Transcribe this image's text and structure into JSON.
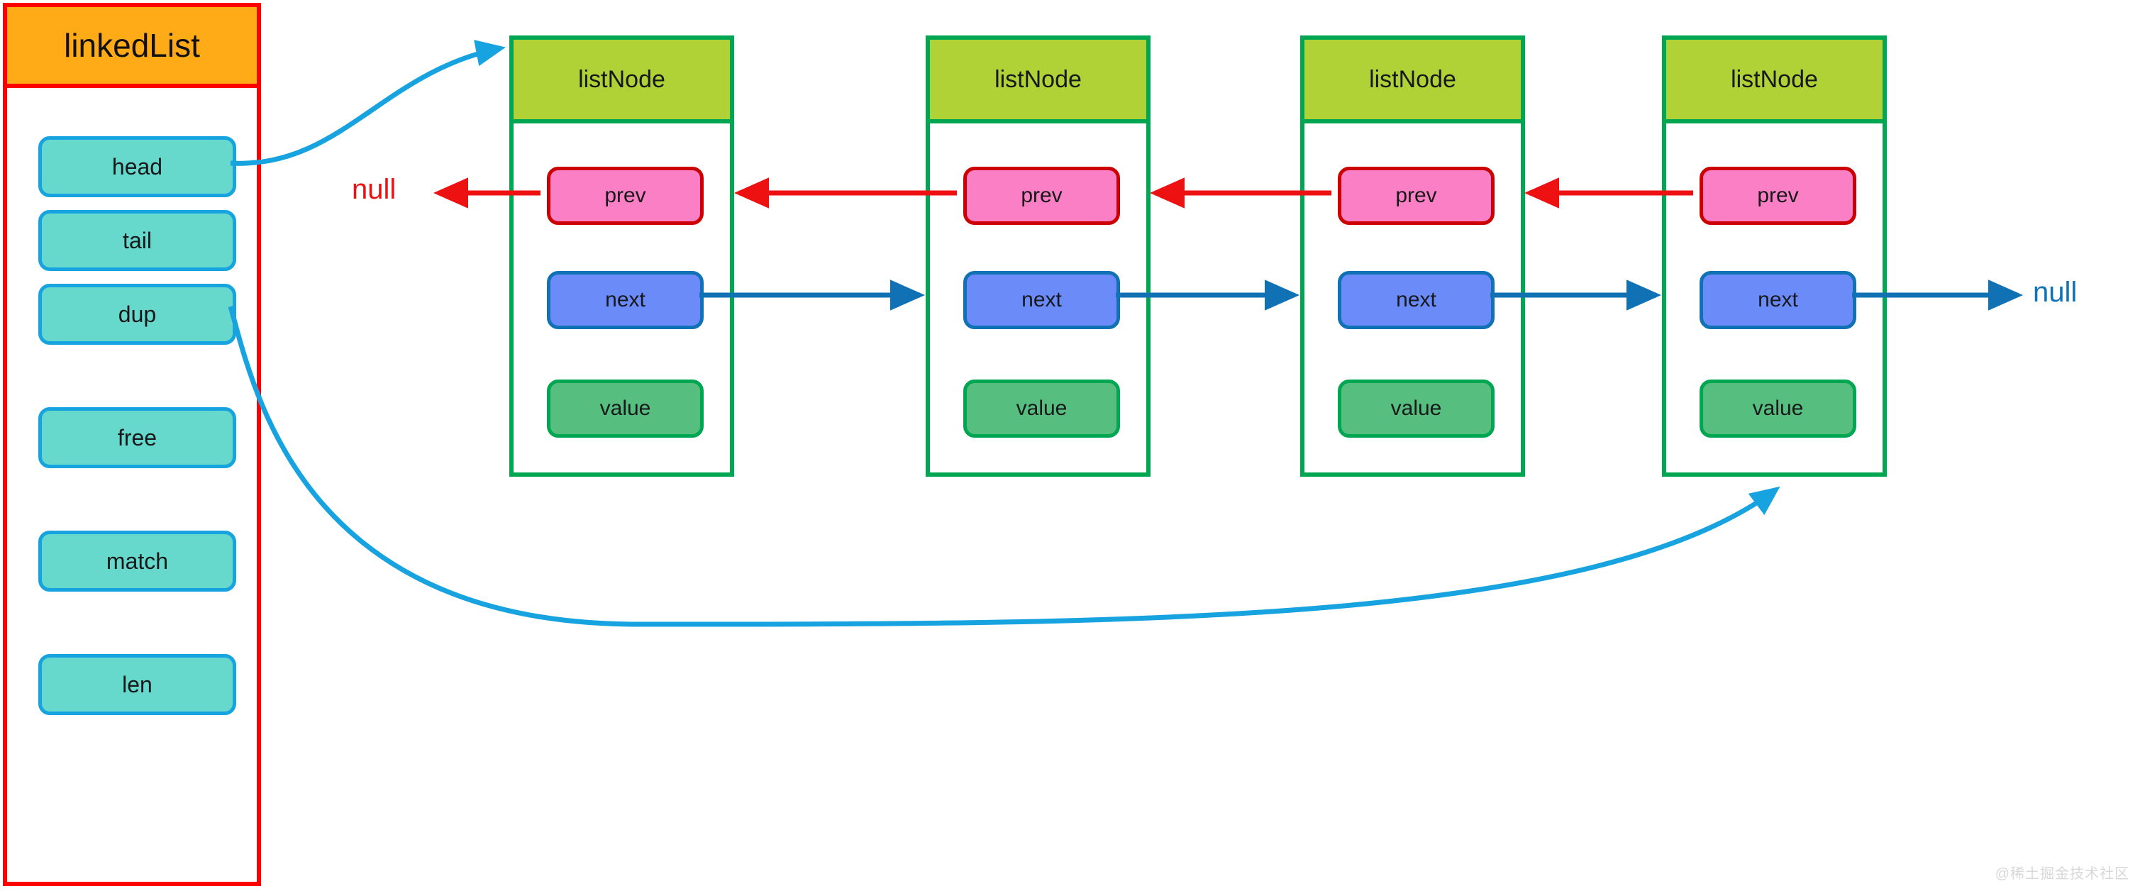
{
  "diagram": {
    "title_visible": false,
    "watermark": "@稀土掘金技术社区",
    "colors": {
      "struct_border": "#ff0000",
      "struct_header_fill": "#ffaa17",
      "field_fill": "#67d9cc",
      "field_border": "#17a3e0",
      "node_border": "#00a651",
      "node_header_fill": "#b0d236",
      "prev_fill": "#fb7fc5",
      "prev_border": "#cc0000",
      "next_fill": "#6b8bf9",
      "next_border": "#1171b5",
      "value_fill": "#56bf7f",
      "value_border": "#00a651",
      "prev_arrow": "#ee1111",
      "next_arrow": "#1171b5",
      "pointer_arrow": "#17a3e0"
    }
  },
  "struct": {
    "name": "linkedList",
    "fields": [
      {
        "label": "head"
      },
      {
        "label": "tail"
      },
      {
        "label": "dup"
      },
      {
        "label": "free"
      },
      {
        "label": "match"
      },
      {
        "label": "len"
      }
    ]
  },
  "nodes": [
    {
      "title": "listNode",
      "prev": "prev",
      "next": "next",
      "value": "value"
    },
    {
      "title": "listNode",
      "prev": "prev",
      "next": "next",
      "value": "value"
    },
    {
      "title": "listNode",
      "prev": "prev",
      "next": "next",
      "value": "value"
    },
    {
      "title": "listNode",
      "prev": "prev",
      "next": "next",
      "value": "value"
    }
  ],
  "labels": {
    "null_prev": "null",
    "null_next": "null"
  },
  "edges": [
    {
      "name": "head-to-node1",
      "from": "struct.head",
      "to": "nodes.0",
      "color": "#17a3e0",
      "style": "curved"
    },
    {
      "name": "tail-to-node4",
      "from": "struct.tail",
      "to": "nodes.3",
      "color": "#17a3e0",
      "style": "curved"
    },
    {
      "name": "node1-prev-to-null",
      "from": "nodes.0.prev",
      "to": "labels.null_prev",
      "color": "#ee1111",
      "style": "straight"
    },
    {
      "name": "node2-prev-to-node1",
      "from": "nodes.1.prev",
      "to": "nodes.0",
      "color": "#ee1111",
      "style": "straight"
    },
    {
      "name": "node3-prev-to-node2",
      "from": "nodes.2.prev",
      "to": "nodes.1",
      "color": "#ee1111",
      "style": "straight"
    },
    {
      "name": "node4-prev-to-node3",
      "from": "nodes.3.prev",
      "to": "nodes.2",
      "color": "#ee1111",
      "style": "straight"
    },
    {
      "name": "node1-next-to-node2",
      "from": "nodes.0.next",
      "to": "nodes.1",
      "color": "#1171b5",
      "style": "straight"
    },
    {
      "name": "node2-next-to-node3",
      "from": "nodes.1.next",
      "to": "nodes.2",
      "color": "#1171b5",
      "style": "straight"
    },
    {
      "name": "node3-next-to-node4",
      "from": "nodes.2.next",
      "to": "nodes.3",
      "color": "#1171b5",
      "style": "straight"
    },
    {
      "name": "node4-next-to-null",
      "from": "nodes.3.next",
      "to": "labels.null_next",
      "color": "#1171b5",
      "style": "straight"
    }
  ]
}
